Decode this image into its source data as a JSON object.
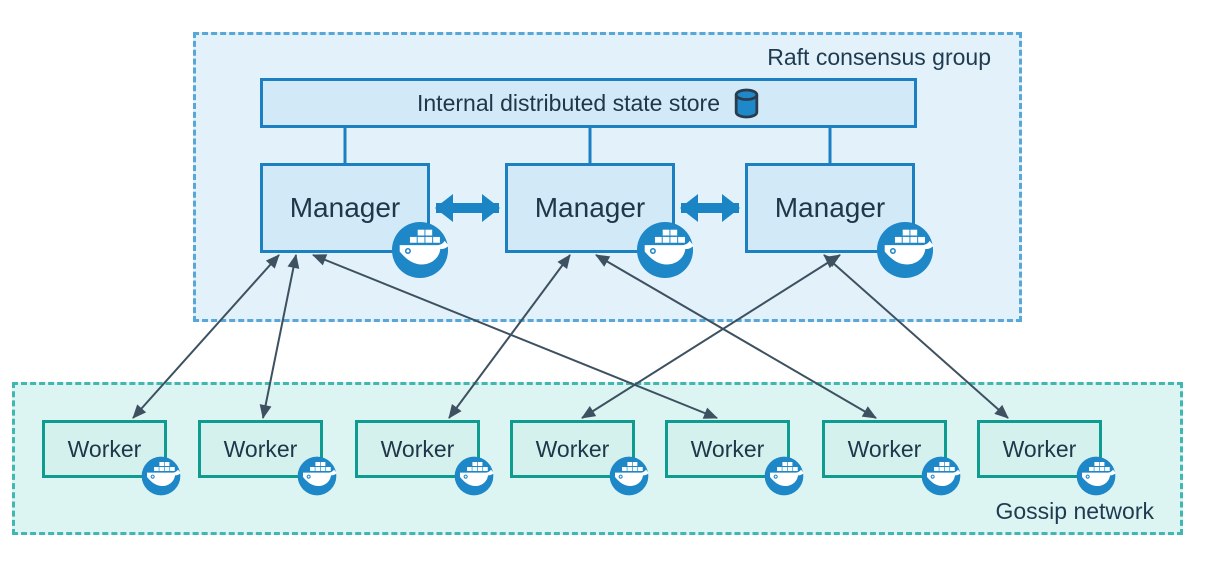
{
  "diagram": {
    "raft_group": {
      "label": "Raft consensus group"
    },
    "state_store": {
      "label": "Internal distributed state store",
      "icon": "database-cylinder-icon"
    },
    "managers": [
      {
        "id": "manager-1",
        "label": "Manager",
        "badge_icon": "docker-whale-icon"
      },
      {
        "id": "manager-2",
        "label": "Manager",
        "badge_icon": "docker-whale-icon"
      },
      {
        "id": "manager-3",
        "label": "Manager",
        "badge_icon": "docker-whale-icon"
      }
    ],
    "workers": [
      {
        "id": "worker-1",
        "label": "Worker",
        "badge_icon": "docker-whale-icon"
      },
      {
        "id": "worker-2",
        "label": "Worker",
        "badge_icon": "docker-whale-icon"
      },
      {
        "id": "worker-3",
        "label": "Worker",
        "badge_icon": "docker-whale-icon"
      },
      {
        "id": "worker-4",
        "label": "Worker",
        "badge_icon": "docker-whale-icon"
      },
      {
        "id": "worker-5",
        "label": "Worker",
        "badge_icon": "docker-whale-icon"
      },
      {
        "id": "worker-6",
        "label": "Worker",
        "badge_icon": "docker-whale-icon"
      },
      {
        "id": "worker-7",
        "label": "Worker",
        "badge_icon": "docker-whale-icon"
      }
    ],
    "gossip_network": {
      "label": "Gossip network"
    },
    "links": [
      {
        "from": "state-store",
        "to": "manager-1",
        "type": "connector"
      },
      {
        "from": "state-store",
        "to": "manager-2",
        "type": "connector"
      },
      {
        "from": "state-store",
        "to": "manager-3",
        "type": "connector"
      },
      {
        "from": "manager-1",
        "to": "manager-2",
        "type": "thick-bidirectional-arrow"
      },
      {
        "from": "manager-2",
        "to": "manager-3",
        "type": "thick-bidirectional-arrow"
      },
      {
        "from": "manager-1",
        "to": "worker-1",
        "type": "bidirectional-arrow"
      },
      {
        "from": "manager-1",
        "to": "worker-2",
        "type": "bidirectional-arrow"
      },
      {
        "from": "manager-1",
        "to": "worker-5",
        "type": "bidirectional-arrow"
      },
      {
        "from": "manager-2",
        "to": "worker-3",
        "type": "bidirectional-arrow"
      },
      {
        "from": "manager-2",
        "to": "worker-6",
        "type": "bidirectional-arrow"
      },
      {
        "from": "manager-3",
        "to": "worker-4",
        "type": "bidirectional-arrow"
      },
      {
        "from": "manager-3",
        "to": "worker-7",
        "type": "bidirectional-arrow"
      }
    ],
    "colors": {
      "docker_blue": "#1e87c8",
      "manager_fill": "#d2e9f7",
      "manager_border": "#1b7fc2",
      "worker_fill": "#d5f1ee",
      "worker_border": "#0e9b90",
      "raft_fill": "#e3f1fb",
      "raft_border": "#58a7d6",
      "gossip_fill": "#dcf5f3",
      "gossip_border": "#42b7b2",
      "arrow": "#3d5160",
      "text": "#20374a"
    }
  }
}
